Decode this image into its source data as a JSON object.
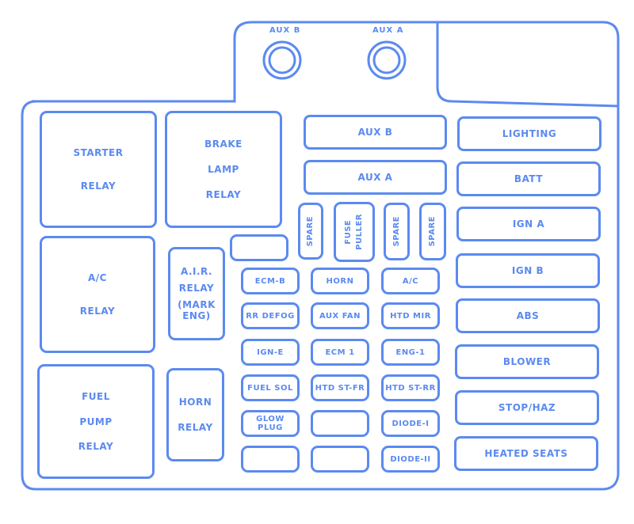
{
  "accent_color": "#5b8af0",
  "connectors": [
    {
      "label": "AUX B"
    },
    {
      "label": "AUX A"
    }
  ],
  "relays": {
    "starter": [
      "STARTER",
      "RELAY"
    ],
    "brake_lamp": [
      "BRAKE",
      "LAMP",
      "RELAY"
    ],
    "ac": [
      "A/C",
      "RELAY"
    ],
    "air": [
      "A.I.R.",
      "RELAY",
      "(MARK ENG)"
    ],
    "fuel_pump": [
      "FUEL",
      "PUMP",
      "RELAY"
    ],
    "horn": [
      "HORN",
      "RELAY"
    ]
  },
  "top_fuses": [
    "AUX B",
    "AUX A"
  ],
  "vertical_slots": [
    [
      "SPARE"
    ],
    [
      "FUSE",
      "PULLER"
    ],
    [
      "SPARE"
    ],
    [
      "SPARE"
    ]
  ],
  "mini_fuses": [
    [
      "ECM-B",
      "HORN",
      "A/C"
    ],
    [
      "RR DEFOG",
      "AUX FAN",
      "HTD MIR"
    ],
    [
      "IGN-E",
      "ECM 1",
      "ENG-1"
    ],
    [
      "FUEL SOL",
      "HTD ST-FR",
      "HTD ST-RR"
    ],
    [
      "GLOW PLUG",
      "",
      "DIODE-I"
    ],
    [
      "",
      "",
      "DIODE-II"
    ]
  ],
  "maxi_fuses": [
    "LIGHTING",
    "BATT",
    "IGN A",
    "IGN B",
    "ABS",
    "BLOWER",
    "STOP/HAZ",
    "HEATED SEATS"
  ]
}
